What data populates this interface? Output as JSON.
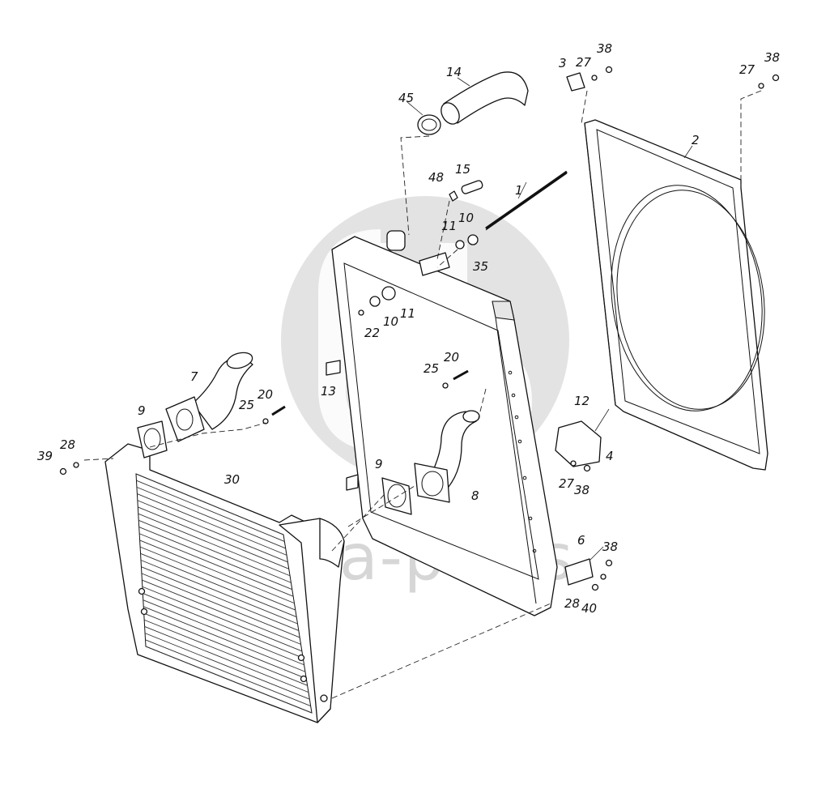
{
  "watermark": {
    "text": "data-parts",
    "color": "#d0d0d0"
  },
  "labels": {
    "p1": "1",
    "p2": "2",
    "p3": "3",
    "p4": "4",
    "p6": "6",
    "p7": "7",
    "p8": "8",
    "p9a": "9",
    "p9b": "9",
    "p10a": "10",
    "p10b": "10",
    "p11a": "11",
    "p11b": "11",
    "p12": "12",
    "p13": "13",
    "p14": "14",
    "p15": "15",
    "p20a": "20",
    "p20b": "20",
    "p22": "22",
    "p25a": "25",
    "p25b": "25",
    "p27a": "27",
    "p27b": "27",
    "p27c": "27",
    "p28a": "28",
    "p28b": "28",
    "p30": "30",
    "p35": "35",
    "p38a": "38",
    "p38b": "38",
    "p38c": "38",
    "p38d": "38",
    "p39": "39",
    "p40": "40",
    "p45": "45",
    "p48": "48"
  }
}
